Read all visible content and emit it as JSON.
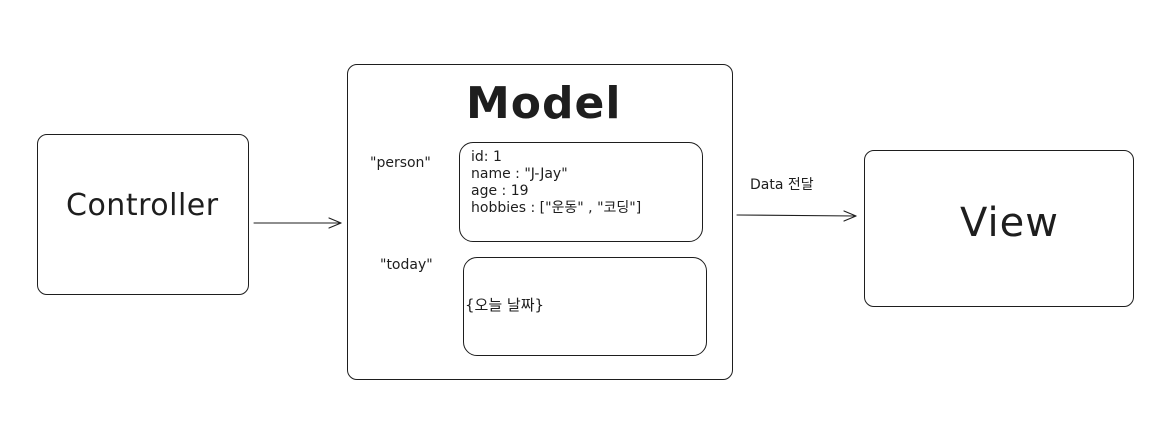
{
  "diagram": {
    "controller": {
      "label": "Controller"
    },
    "model": {
      "label": "Model",
      "person": {
        "key": "\"person\"",
        "lines": [
          "id: 1",
          "name : \"J-Jay\"",
          "age : 19",
          "hobbies : [\"운동\" , \"코딩\"]"
        ]
      },
      "today": {
        "key": "\"today\"",
        "value": "{오늘 날짜}"
      }
    },
    "view": {
      "label": "View"
    },
    "arrows": {
      "controller_to_model": "",
      "model_to_view": "Data 전달"
    }
  }
}
